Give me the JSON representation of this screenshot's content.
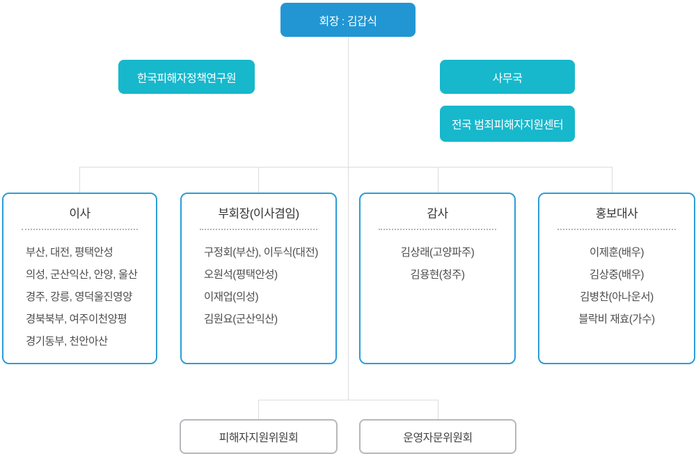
{
  "org_chart": {
    "chairman": {
      "label": "회장 : 김갑식"
    },
    "affiliates": {
      "research_institute": "한국피해자정책연구원",
      "secretariat": "사무국",
      "support_center": "전국 범죄피해자지원센터"
    },
    "panels": [
      {
        "title": "이사",
        "members": [
          "부산, 대전, 평택안성",
          "의성, 군산익산, 안양, 울산",
          "경주, 강릉, 영덕울진영양",
          "경북북부, 여주이천양평",
          "경기동부, 천안아산"
        ]
      },
      {
        "title": "부회장(이사겸임)",
        "members": [
          "구정회(부산), 이두식(대전)",
          "오원석(평택안성)",
          "이재업(의성)",
          "김원요(군산익산)"
        ]
      },
      {
        "title": "감사",
        "members": [
          "김상래(고양파주)",
          "김용현(청주)"
        ]
      },
      {
        "title": "홍보대사",
        "members": [
          "이제훈(배우)",
          "김상중(배우)",
          "김병찬(아나운서)",
          "블락비 재효(가수)"
        ]
      }
    ],
    "committees": [
      {
        "label": "피해자지원위원회"
      },
      {
        "label": "운영자문위원회"
      }
    ],
    "colors": {
      "primary_blue": "#2196d3",
      "cyan": "#17b8cc",
      "panel_border": "#2b9cd6",
      "committee_border": "#b4b7bb",
      "connector": "#dcdcdc",
      "title_text": "#333333",
      "body_text": "#4d4d4d"
    }
  }
}
